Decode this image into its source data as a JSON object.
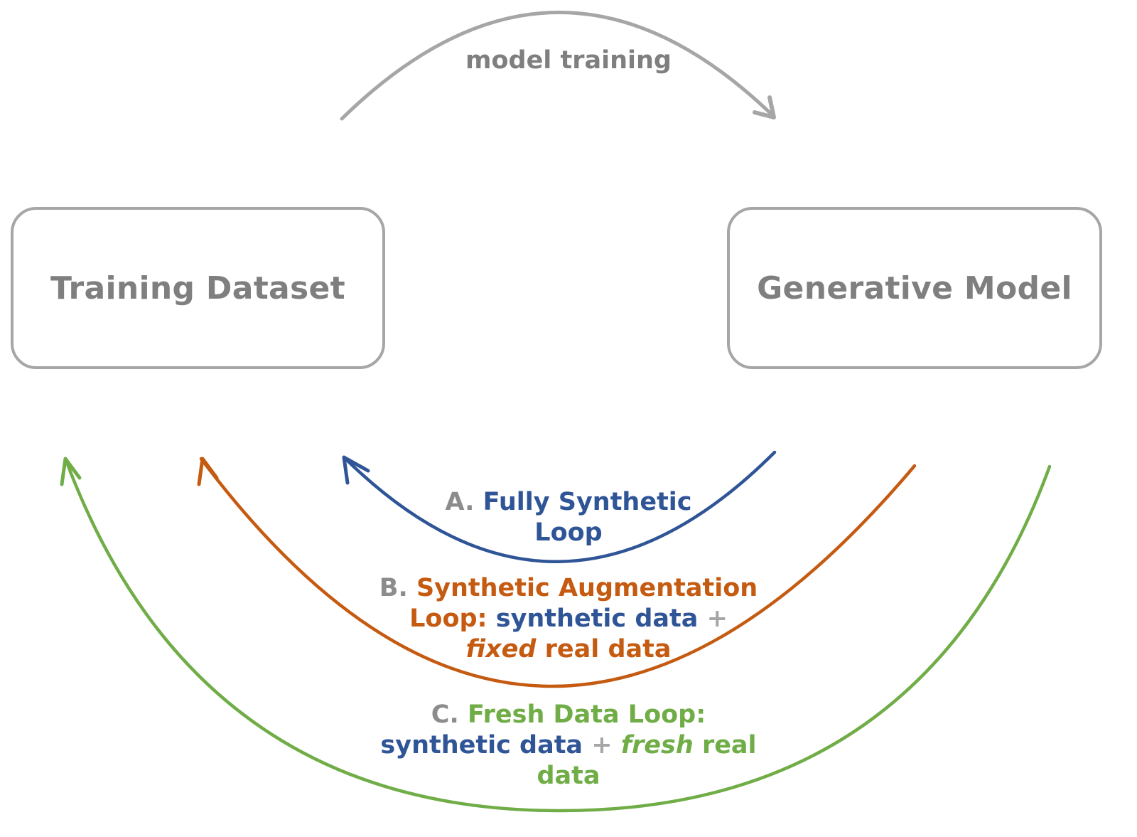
{
  "colors": {
    "neutral_arc": "#a6a6a6",
    "neutral_text": "#7f7f7f",
    "loop_a": "#2f5597",
    "loop_b": "#c55a11",
    "loop_c": "#70ad47"
  },
  "nodes": {
    "training_dataset": "Training Dataset",
    "generative_model": "Generative Model"
  },
  "edges": {
    "model_training": "model training"
  },
  "loops": {
    "a": {
      "prefix": "A.",
      "title_line1": "Fully Synthetic",
      "title_line2": "Loop"
    },
    "b": {
      "prefix": "B.",
      "title_line1": "Synthetic Augmentation",
      "title_line2": "Loop:",
      "synthetic": "synthetic data",
      "plus": "+",
      "qualifier": "fixed",
      "real": "real data"
    },
    "c": {
      "prefix": "C.",
      "title": "Fresh Data Loop:",
      "synthetic": "synthetic data",
      "plus": "+",
      "qualifier": "fresh",
      "real1": "real",
      "real2": "data"
    }
  }
}
